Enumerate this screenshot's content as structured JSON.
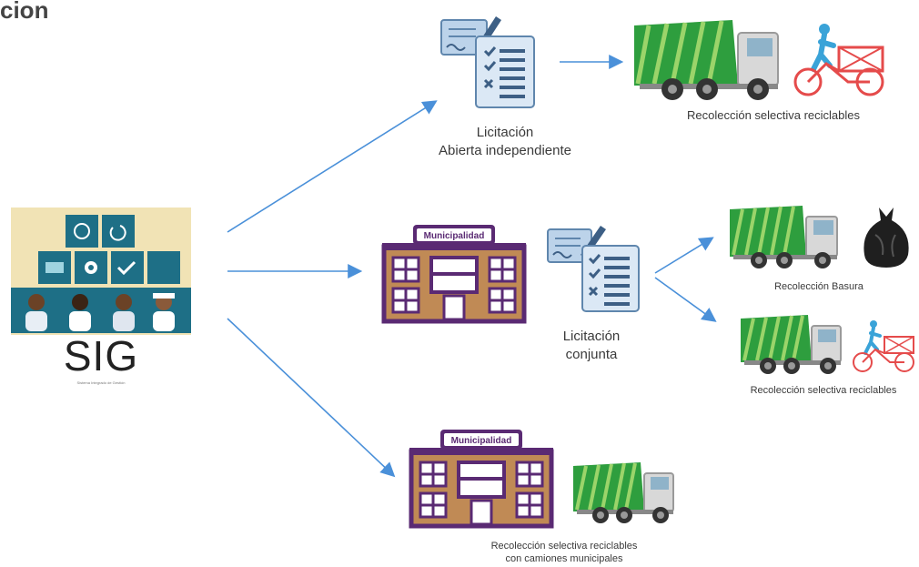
{
  "title": "cion",
  "sig": {
    "label": "SIG",
    "subtitle": "Sistema Integrado de Gestión"
  },
  "branches": {
    "top": {
      "label_line1": "Licitación",
      "label_line2": "Abierta independiente",
      "result": "Recolección selectiva reciclables"
    },
    "middle": {
      "building_sign": "Municipalidad",
      "label_line1": "Licitación",
      "label_line2": "conjunta",
      "result_a": "Recolección Basura",
      "result_b": "Recolección selectiva reciclables"
    },
    "bottom": {
      "building_sign": "Municipalidad",
      "result_line1": "Recolección selectiva reciclables",
      "result_line2": "con camiones municipales"
    }
  },
  "colors": {
    "arrow": "#4a90d9",
    "truck_green": "#2e9e3e",
    "building_purple": "#5a2a73",
    "building_brown": "#c08a55",
    "tricycle_red": "#e54b4b",
    "rider_blue": "#3aa3d8",
    "sig_teal": "#1e6f86",
    "sig_bg": "#f1e3b5"
  }
}
